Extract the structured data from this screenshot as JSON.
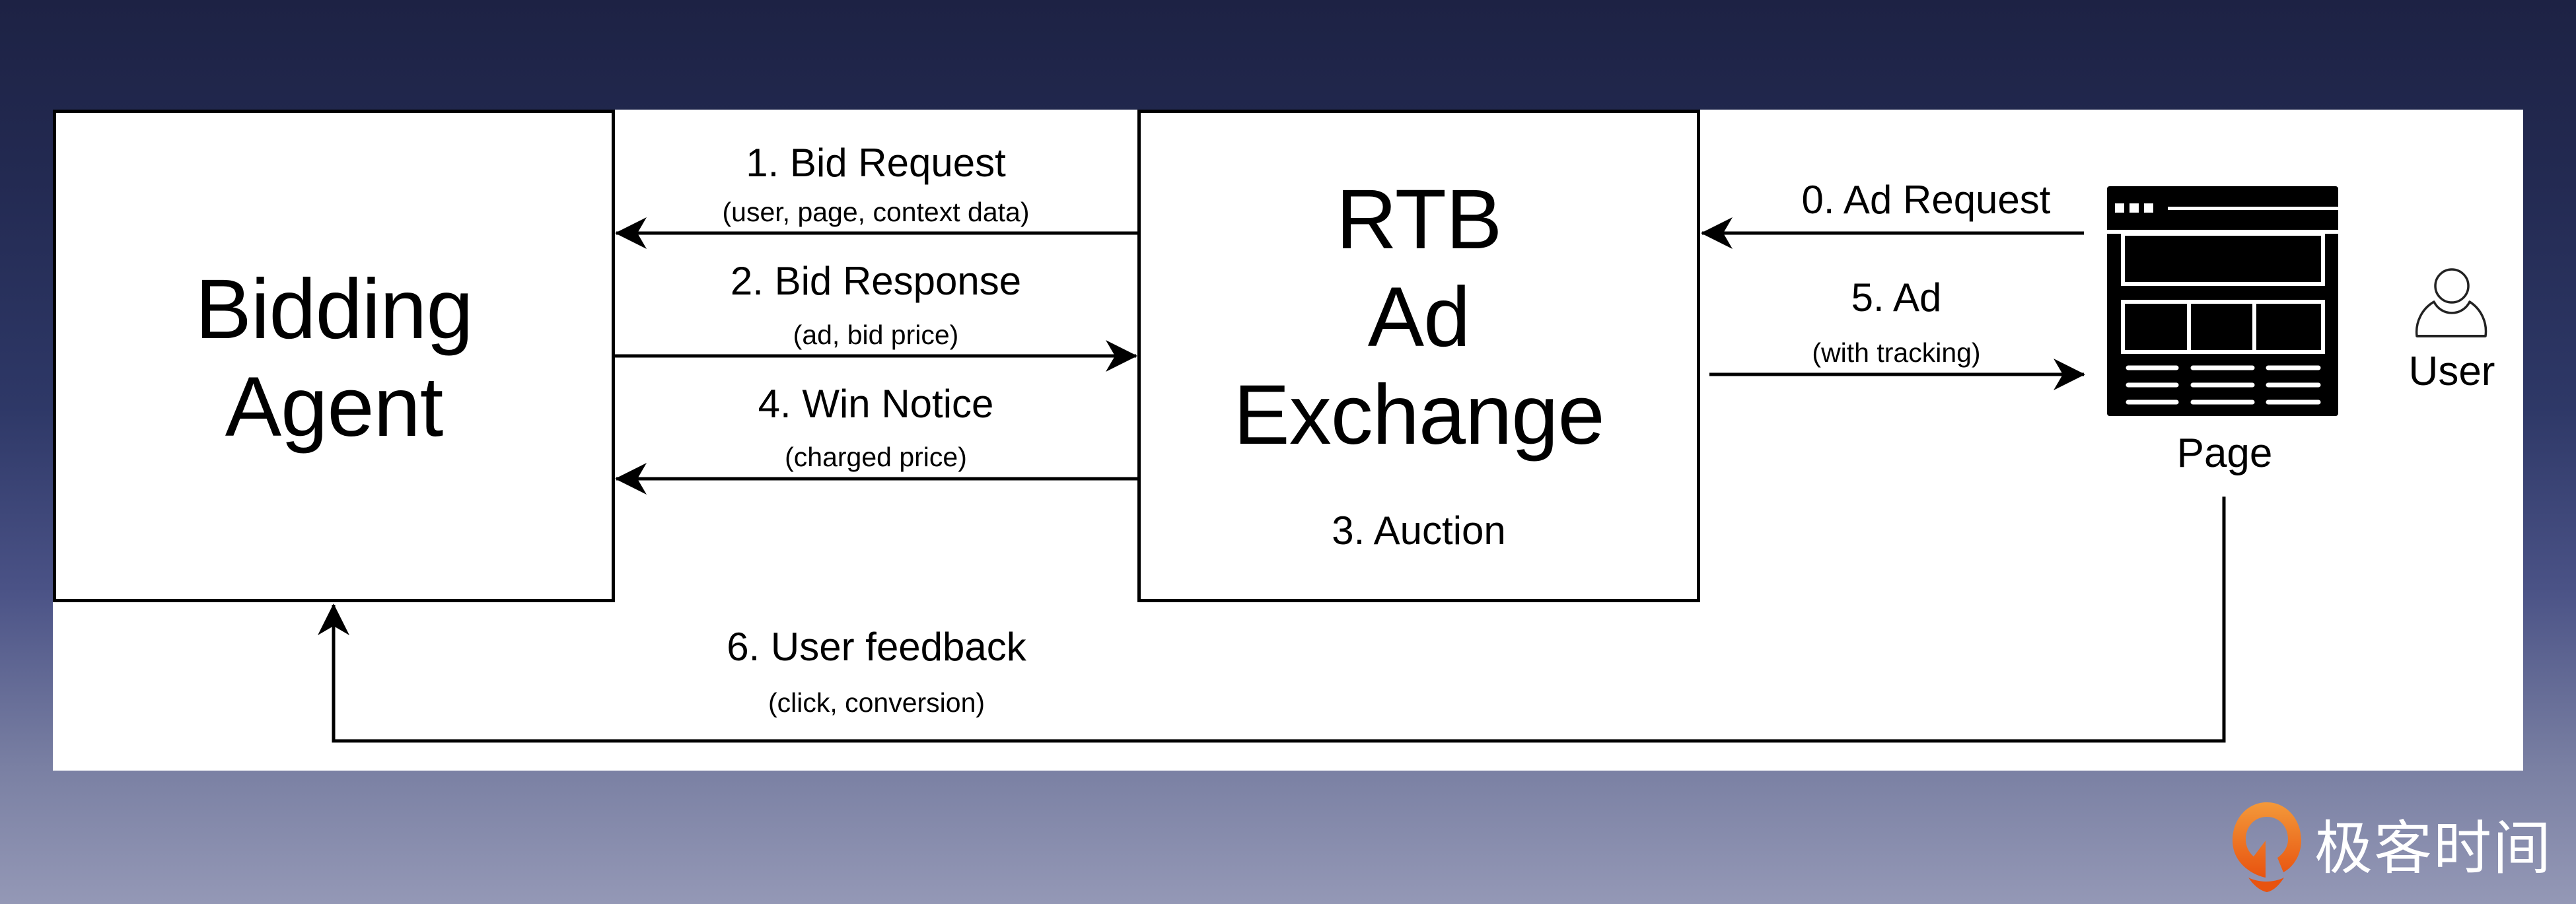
{
  "colors": {
    "background_top": "#1d2244",
    "background_bottom": "#9498b6",
    "panel": "#ffffff",
    "ink": "#000000",
    "logo_orange": "#ef6a1a",
    "logo_text": "#ffffff"
  },
  "nodes": {
    "bidding_agent": {
      "lines": [
        "Bidding",
        "Agent"
      ]
    },
    "rtb_exchange": {
      "lines": [
        "RTB",
        "Ad",
        "Exchange"
      ],
      "note": "3. Auction"
    },
    "page": {
      "label": "Page",
      "icon": "webpage-icon"
    },
    "user": {
      "label": "User",
      "icon": "user-icon"
    }
  },
  "edges": [
    {
      "id": "ad-request",
      "label": "0. Ad Request",
      "sublabel": "",
      "from": "page",
      "to": "rtb_exchange"
    },
    {
      "id": "bid-request",
      "label": "1. Bid Request",
      "sublabel": "(user, page, context data)",
      "from": "rtb_exchange",
      "to": "bidding_agent"
    },
    {
      "id": "bid-response",
      "label": "2. Bid Response",
      "sublabel": "(ad, bid price)",
      "from": "bidding_agent",
      "to": "rtb_exchange"
    },
    {
      "id": "win-notice",
      "label": "4. Win Notice",
      "sublabel": "(charged price)",
      "from": "rtb_exchange",
      "to": "bidding_agent"
    },
    {
      "id": "ad",
      "label": "5. Ad",
      "sublabel": "(with tracking)",
      "from": "rtb_exchange",
      "to": "page"
    },
    {
      "id": "user-feedback",
      "label": "6. User feedback",
      "sublabel": "(click, conversion)",
      "from": "page",
      "to": "bidding_agent"
    }
  ],
  "watermark": {
    "text": "极客时间",
    "icon": "geektime-logo-icon"
  }
}
